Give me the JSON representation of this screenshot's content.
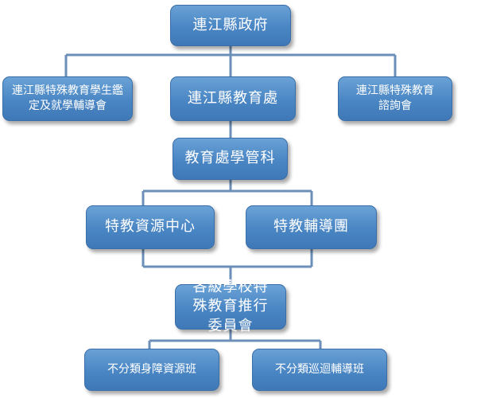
{
  "nodes": {
    "government": "連江縣政府",
    "placement_committee": "連江縣特殊教育學生鑑定及就學輔導會",
    "education_dept": "連江縣教育處",
    "advisory_committee": "連江縣特殊教育諮詢會",
    "school_section": "教育處學管科",
    "resource_center": "特教資源中心",
    "counseling_team": "特教輔導團",
    "school_committee": "各級學校特殊教育推行委員會",
    "resource_class": "不分類身障資源班",
    "itinerant_class": "不分類巡迴輔導班"
  },
  "colors": {
    "box_fill": "#4a86c4",
    "connector": "#6b8fb8",
    "text": "#ffffff"
  }
}
